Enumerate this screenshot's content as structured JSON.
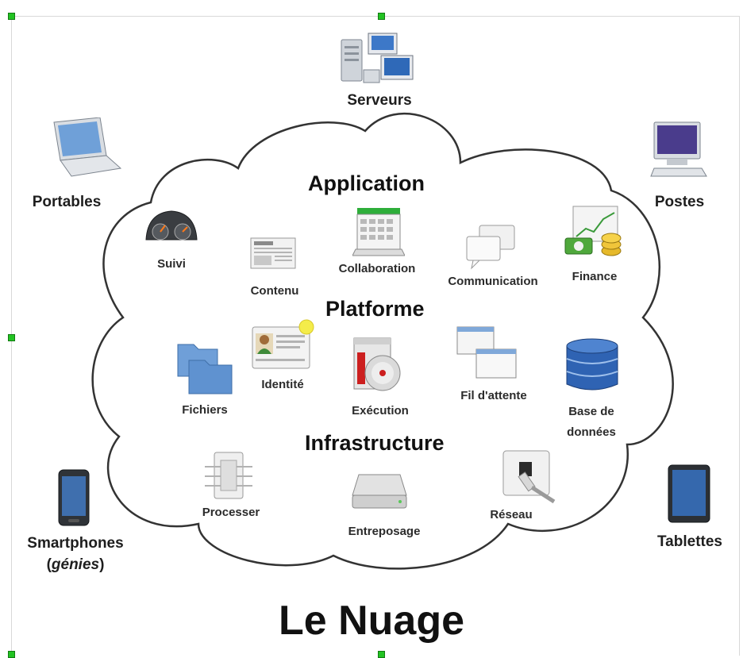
{
  "title": "Le Nuage",
  "sections": {
    "application": "Application",
    "platform": "Platforme",
    "infrastructure": "Infrastructure"
  },
  "outer_devices": {
    "servers": "Serveurs",
    "laptops": "Portables",
    "desktops": "Postes",
    "smartphones_line1": "Smartphones",
    "smartphones_open": "(",
    "smartphones_italic": "génies",
    "smartphones_close": ")",
    "tablets": "Tablettes"
  },
  "application_items": {
    "monitoring": "Suivi",
    "content": "Contenu",
    "collaboration": "Collaboration",
    "communication": "Communication",
    "finance": "Finance"
  },
  "platform_items": {
    "identity": "Identité",
    "runtime": "Exécution",
    "queue": "Fil d'attente",
    "files": "Fichiers",
    "database_line1": "Base de",
    "database_line2": "données"
  },
  "infrastructure_items": {
    "compute": "Processer",
    "storage": "Entreposage",
    "network": "Réseau"
  },
  "colors": {
    "cloud_outline": "#333333",
    "selection_handle": "#22c322",
    "section_text": "#111111"
  }
}
